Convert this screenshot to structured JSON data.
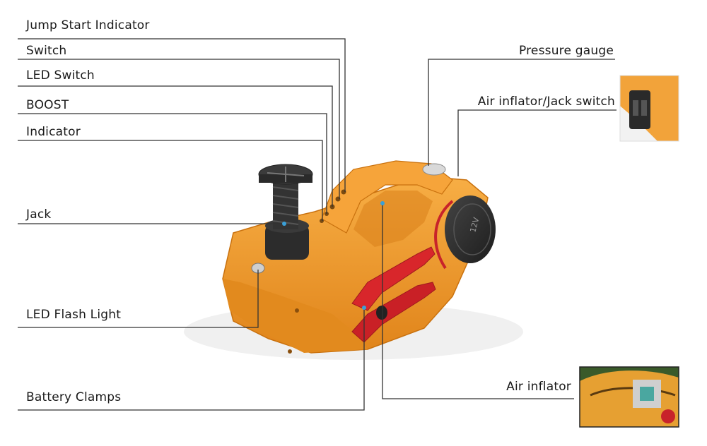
{
  "labels": {
    "jump_start_indicator": "Jump Start Indicator",
    "switch": "Switch",
    "led_switch": "LED Switch",
    "boost": "BOOST",
    "indicator": "Indicator",
    "jack": "Jack",
    "led_flash_light": "LED Flash  Light",
    "battery_clamps": "Battery Clamps",
    "pressure_gauge": "Pressure gauge",
    "air_inflator_jack_switch": "Air inflator/Jack switch",
    "air_inflator": "Air inflator"
  },
  "device": {
    "cap_text": "12V"
  },
  "colors": {
    "body_orange": "#f39a2a",
    "body_shadow": "#d47a12",
    "clamp_red": "#d8262b",
    "cap_black": "#2b2b2b",
    "leader_line": "#333333"
  }
}
